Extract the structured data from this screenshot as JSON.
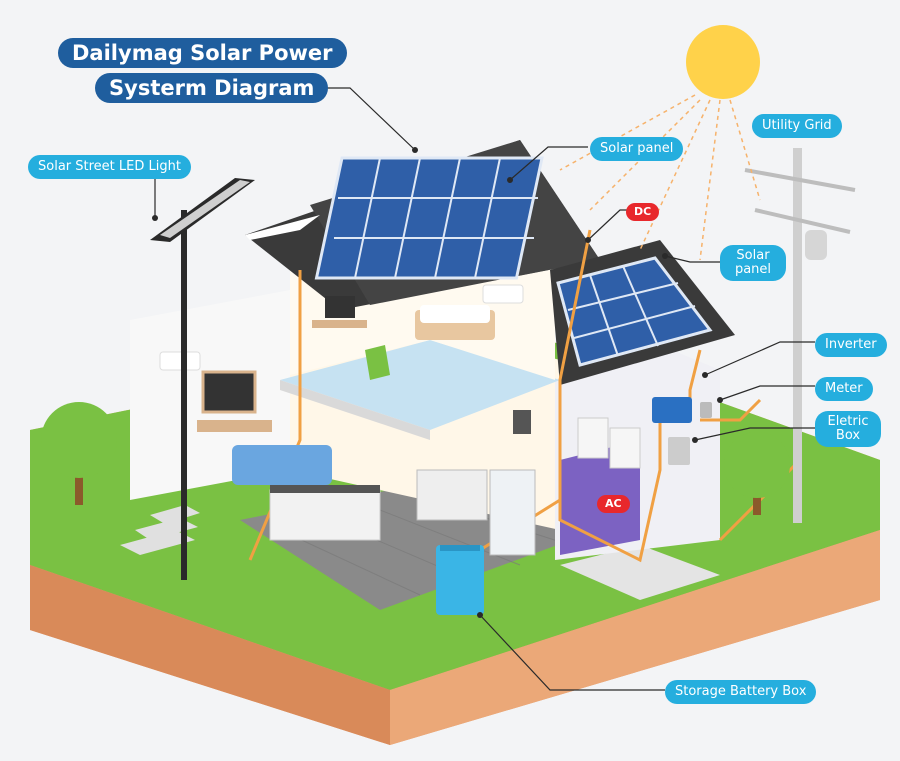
{
  "title": {
    "line1": "Dailymag Solar Power",
    "line2": "Systerm Diagram"
  },
  "labels": {
    "street_light": "Solar Street LED Light",
    "solar_panel_top": "Solar panel",
    "solar_panel_side": "Solar panel",
    "dc": "DC",
    "ac": "AC",
    "utility_grid": "Utility Grid",
    "inverter": "Inverter",
    "meter": "Meter",
    "electric_box": "Eletric Box",
    "storage_battery": "Storage Battery Box"
  },
  "colors": {
    "title_bg": "#1f5e9e",
    "callout_bg": "#25aede",
    "dc_ac_tag": "#e8282c",
    "wire": "#f0a043",
    "grass": "#7ac143",
    "soil": "#e8a071",
    "panel": "#2f5fa8",
    "sun": "#ffd24a"
  }
}
